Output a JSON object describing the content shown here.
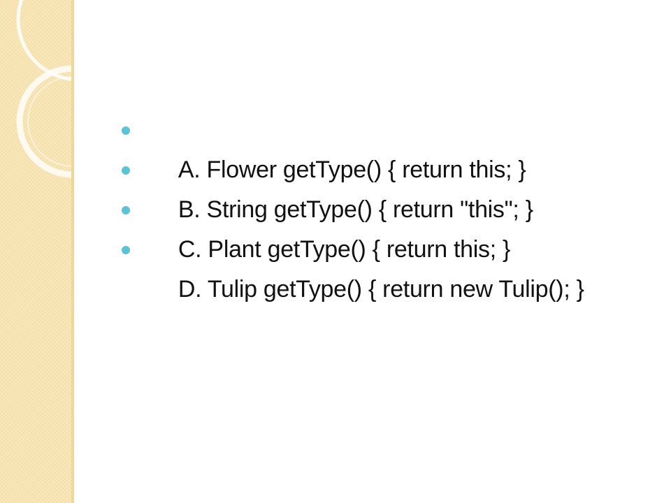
{
  "theme": {
    "panel_color": "#f7e4b3",
    "ring_color": "#ffffff",
    "bullet_color": "#5cc2d4",
    "text_color": "#111111"
  },
  "decorations": {
    "ring_icon": "double-ring-ornament"
  },
  "bullets": [
    {
      "text": "A. Flower getType() { return this; }"
    },
    {
      "text": "B. String getType() { return \"this\"; }"
    },
    {
      "text": "C. Plant getType() { return this; }"
    },
    {
      "text": "D. Tulip getType() { return new Tulip(); }"
    }
  ]
}
